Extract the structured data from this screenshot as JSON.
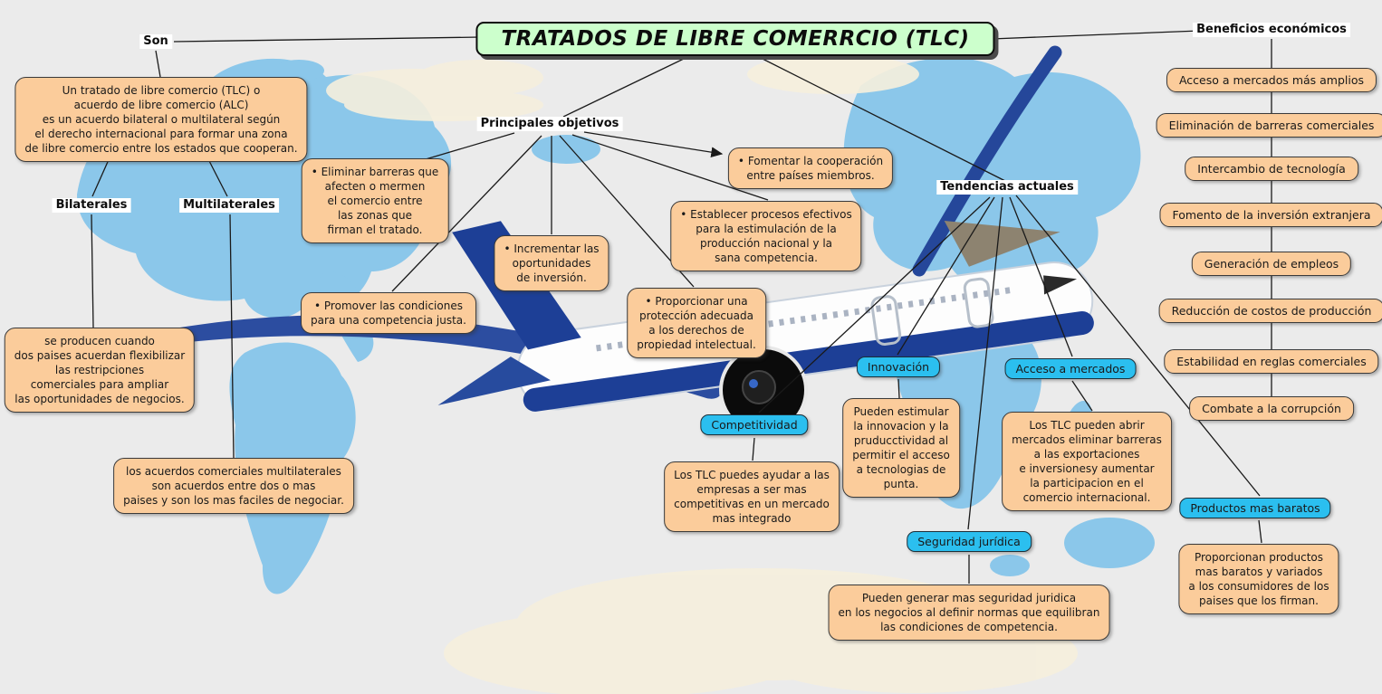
{
  "title": "TRATADOS DE LIBRE COMERRCIO (TLC)",
  "labels": {
    "son": "Son",
    "principales_objetivos": "Principales objetivos",
    "tendencias_actuales": "Tendencias actuales",
    "bilaterales": "Bilaterales",
    "multilaterales": "Multilaterales",
    "beneficios_economicos": "Beneficios económicos"
  },
  "definitions": {
    "tlc": "Un tratado de libre comercio (TLC) o\nacuerdo de libre comercio (ALC)\nes un acuerdo bilateral o multilateral según\nel derecho internacional para formar una zona\nde libre comercio entre los estados que cooperan.",
    "bilaterales": "se producen cuando\ndos paises acuerdan flexibilizar\nlas restripciones\ncomerciales para ampliar\nlas oportunidades de negocios.",
    "multilaterales": "los acuerdos comerciales multilaterales\nson acuerdos entre dos o mas\npaises y son los mas faciles de negociar."
  },
  "objetivos": [
    {
      "text": "• Eliminar barreras que\nafecten o mermen\nel comercio entre\nlas zonas que\nfirman el tratado."
    },
    {
      "text": "• Incrementar las\noportunidades\nde inversión."
    },
    {
      "text": "• Promover las condiciones\npara una competencia justa."
    },
    {
      "text": "• Proporcionar una\nprotección adecuada\na los derechos de\npropiedad intelectual."
    },
    {
      "text": "• Establecer procesos efectivos\npara la estimulación de la\nproducción nacional y la\nsana competencia."
    },
    {
      "text": "• Fomentar la cooperación\nentre países miembros."
    }
  ],
  "tendencias": [
    {
      "label": "Competitividad",
      "text": "Los TLC puedes ayudar a las\nempresas a ser mas\ncompetitivas en un mercado\nmas integrado"
    },
    {
      "label": "Innovación",
      "text": "Pueden estimular\nla innovacion y la\npruducctividad al\npermitir el acceso\na tecnologias de\npunta."
    },
    {
      "label": "Acceso a mercados",
      "text": "Los TLC pueden abrir\nmercados eliminar barreras\na las exportaciones\ne inversionesy aumentar\nla participacion en el\ncomercio internacional."
    },
    {
      "label": "Seguridad jurídica",
      "text": "Pueden generar mas seguridad juridica\nen los negocios al definir normas que equilibran\nlas condiciones de competencia."
    },
    {
      "label": "Productos mas baratos",
      "text": "Proporcionan productos\nmas baratos y variados\na los consumidores de los\npaises que los firman."
    }
  ],
  "beneficios": [
    "Acceso a mercados más amplios",
    "Eliminación de barreras comerciales",
    "Intercambio de tecnología",
    "Fomento de la inversión extranjera",
    "Generación de empleos",
    "Reducción de costos de producción",
    "Estabilidad en reglas comerciales",
    "Combate a la corrupción"
  ],
  "colors": {
    "background": "#ebebeb",
    "title_bg": "#ccffcc",
    "node_bg": "#fbcc9b",
    "node_border": "#3a3a3a",
    "tag_bg": "#2bbfef",
    "line": "#1a1a1a",
    "map": "#8bc7ea"
  }
}
